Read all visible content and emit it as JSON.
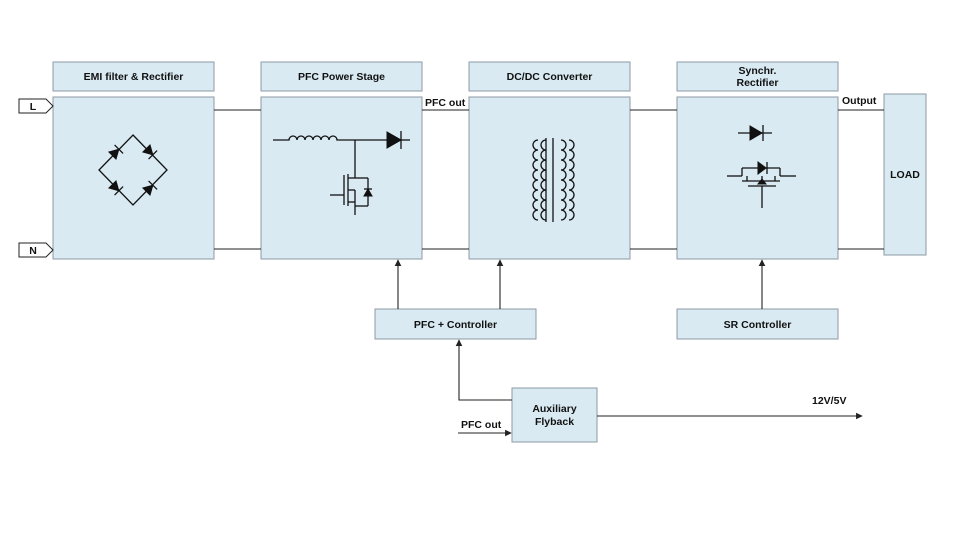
{
  "colors": {
    "block_fill": "#d9eaf3",
    "block_stroke": "#8c9aa3",
    "wire": "#222222",
    "text": "#111111"
  },
  "labels": {
    "emi": "EMI filter & Rectifier",
    "pfc_stage": "PFC Power Stage",
    "dcdc": "DC/DC Converter",
    "sr_line1": "Synchr.",
    "sr_line2": "Rectifier",
    "load": "LOAD",
    "pfc_ctrl": "PFC + Controller",
    "sr_ctrl": "SR Controller",
    "aux_line1": "Auxiliary",
    "aux_line2": "Flyback",
    "pfc_out_top": "PFC out",
    "pfc_out_bottom": "PFC out",
    "output": "Output",
    "rail": "12V/5V",
    "terminal_l": "L",
    "terminal_n": "N"
  },
  "icons": {
    "bridge": "bridge-rectifier-icon",
    "inductor": "inductor-icon",
    "diode": "diode-icon",
    "mosfet": "mosfet-icon",
    "transformer": "transformer-icon"
  }
}
